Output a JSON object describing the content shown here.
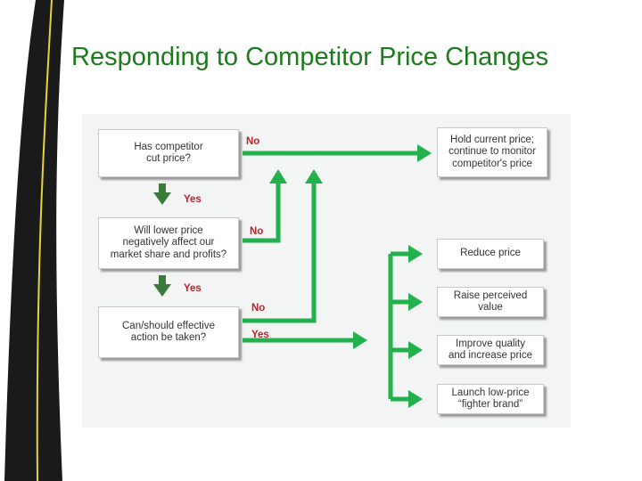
{
  "title": "Responding to Competitor Price Changes",
  "colors": {
    "title": "#1d7a1d",
    "arrow": "#22b14c",
    "decision_arrow": "#3a7a3a",
    "label": "#c0202a",
    "road": "#1a1a1a",
    "road_line": "#e8d23a"
  },
  "flowchart": {
    "decisions": [
      {
        "text": "Has competitor\ncut price?"
      },
      {
        "text": "Will lower price\nnegatively affect our\nmarket share and profits?"
      },
      {
        "text": "Can/should effective\naction be taken?"
      }
    ],
    "outcomes": [
      {
        "text": "Hold current price;\ncontinue to monitor\ncompetitor's price"
      },
      {
        "text": "Reduce price"
      },
      {
        "text": "Raise perceived\nvalue"
      },
      {
        "text": "Improve quality\nand increase price"
      },
      {
        "text": "Launch low-price\n“fighter brand”"
      }
    ],
    "labels": {
      "no": "No",
      "yes": "Yes"
    }
  }
}
